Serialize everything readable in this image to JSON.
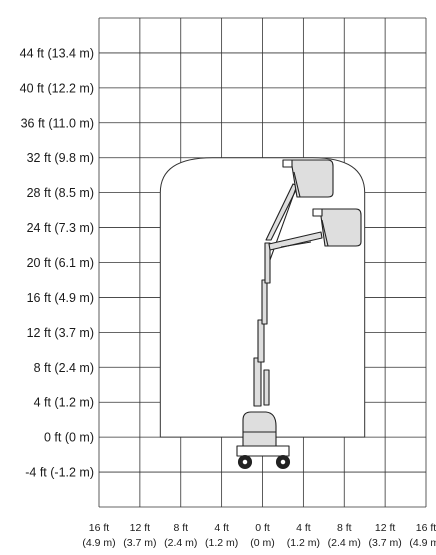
{
  "chart_data": {
    "type": "diagram",
    "y_ticks": [
      {
        "value": 44,
        "label": "44 ft (13.4 m)"
      },
      {
        "value": 40,
        "label": "40 ft (12.2 m)"
      },
      {
        "value": 36,
        "label": "36 ft (11.0 m)"
      },
      {
        "value": 32,
        "label": "32 ft (9.8 m)"
      },
      {
        "value": 28,
        "label": "28 ft (8.5 m)"
      },
      {
        "value": 24,
        "label": "24 ft (7.3 m)"
      },
      {
        "value": 20,
        "label": "20 ft (6.1 m)"
      },
      {
        "value": 16,
        "label": "16 ft (4.9 m)"
      },
      {
        "value": 12,
        "label": "12 ft (3.7 m)"
      },
      {
        "value": 8,
        "label": "8 ft (2.4 m)"
      },
      {
        "value": 4,
        "label": "4 ft (1.2 m)"
      },
      {
        "value": 0,
        "label": "0 ft (0 m)"
      },
      {
        "value": -4,
        "label": "-4 ft (-1.2 m)"
      }
    ],
    "x_ticks": [
      {
        "value": -16,
        "ft": "16 ft",
        "m": "(4.9 m)"
      },
      {
        "value": -12,
        "ft": "12 ft",
        "m": "(3.7 m)"
      },
      {
        "value": -8,
        "ft": "8 ft",
        "m": "(2.4 m)"
      },
      {
        "value": -4,
        "ft": "4 ft",
        "m": "(1.2 m)"
      },
      {
        "value": 0,
        "ft": "0 ft",
        "m": "(0 m)"
      },
      {
        "value": 4,
        "ft": "4 ft",
        "m": "(1.2 m)"
      },
      {
        "value": 8,
        "ft": "8 ft",
        "m": "(2.4 m)"
      },
      {
        "value": 12,
        "ft": "12 ft",
        "m": "(3.7 m)"
      },
      {
        "value": 16,
        "ft": "16 ft",
        "m": "(4.9 m)"
      }
    ],
    "working_envelope": {
      "x_min": -10,
      "x_max": 10,
      "y_base": 0,
      "y_shoulder": 28,
      "y_top": 32
    },
    "colors": {
      "grid": "#333333",
      "lift_fill": "#dedede",
      "lift_stroke": "#222222",
      "text": "#1a1a1a"
    }
  }
}
